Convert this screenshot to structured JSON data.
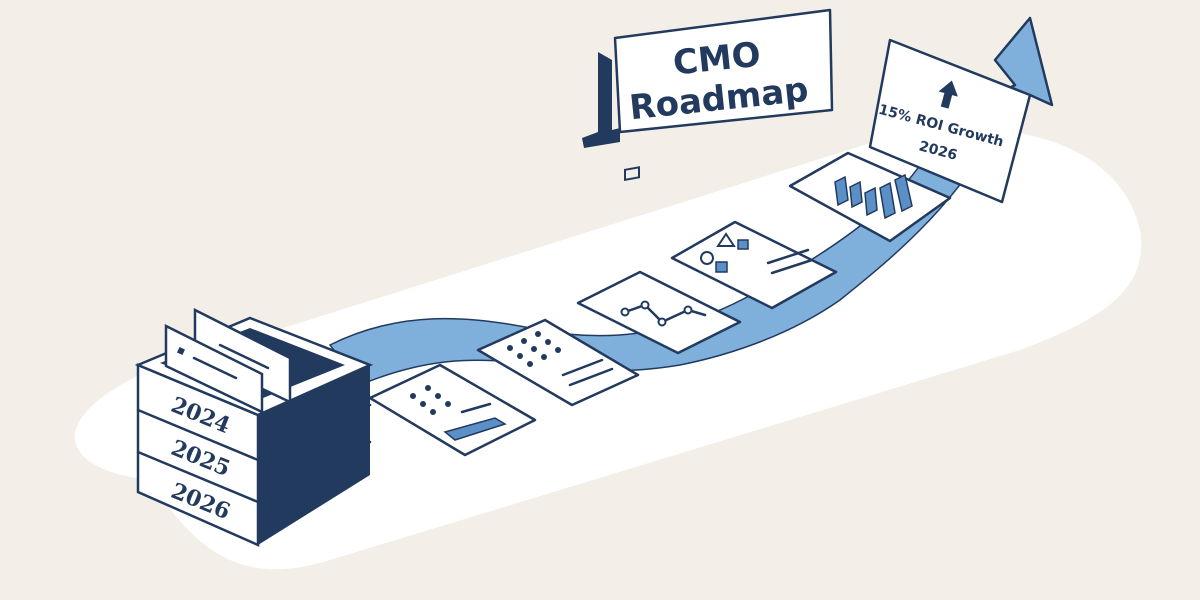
{
  "title": {
    "line1": "CMO",
    "line2": "Roadmap"
  },
  "years": [
    "2024",
    "2025",
    "2026"
  ],
  "goal": {
    "line1": "15% ROI Growth",
    "line2": "2026"
  },
  "colors": {
    "background": "#f3efe8",
    "platform": "#ffffff",
    "ink": "#223a5e",
    "path_fill": "#7fb0dc",
    "accent": "#5b8fc7"
  },
  "icons": [
    "box-icon",
    "data-card-icon",
    "chart-card-icon",
    "shapes-card-icon",
    "bar-chart-card-icon",
    "up-arrow-icon"
  ]
}
